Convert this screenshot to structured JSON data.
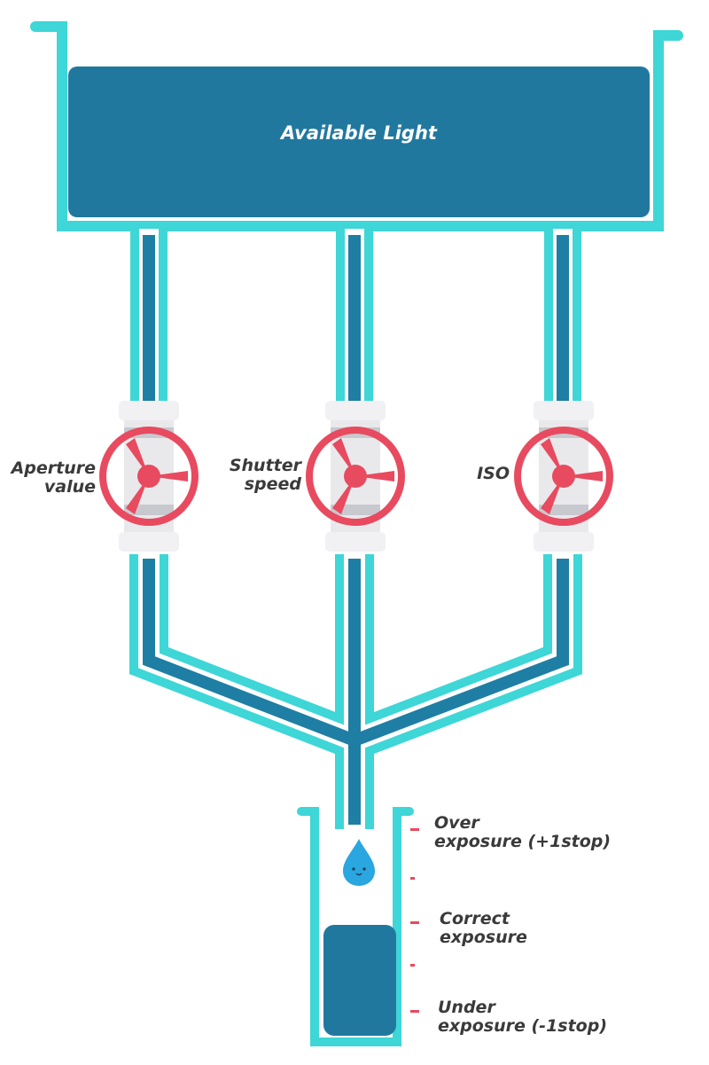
{
  "title": "Available Light",
  "valves": [
    {
      "label_line1": "Aperture",
      "label_line2": "value"
    },
    {
      "label_line1": "Shutter",
      "label_line2": "speed"
    },
    {
      "label_line1": "ISO",
      "label_line2": ""
    }
  ],
  "scale": [
    {
      "line1": "Over",
      "line2": "exposure (+1stop)"
    },
    {
      "line1": "Correct",
      "line2": "exposure"
    },
    {
      "line1": "Under",
      "line2": "exposure (-1stop)"
    }
  ],
  "colors": {
    "outline": "#3ed6d6",
    "pipe_dark": "#1f7ea4",
    "tank": "#21789f",
    "valve": "#e84a5f",
    "fitting": "#e9e9ec",
    "fitting_dark": "#c8c8cf",
    "drop": "#2aa6e0",
    "tick": "#e84a5f"
  }
}
